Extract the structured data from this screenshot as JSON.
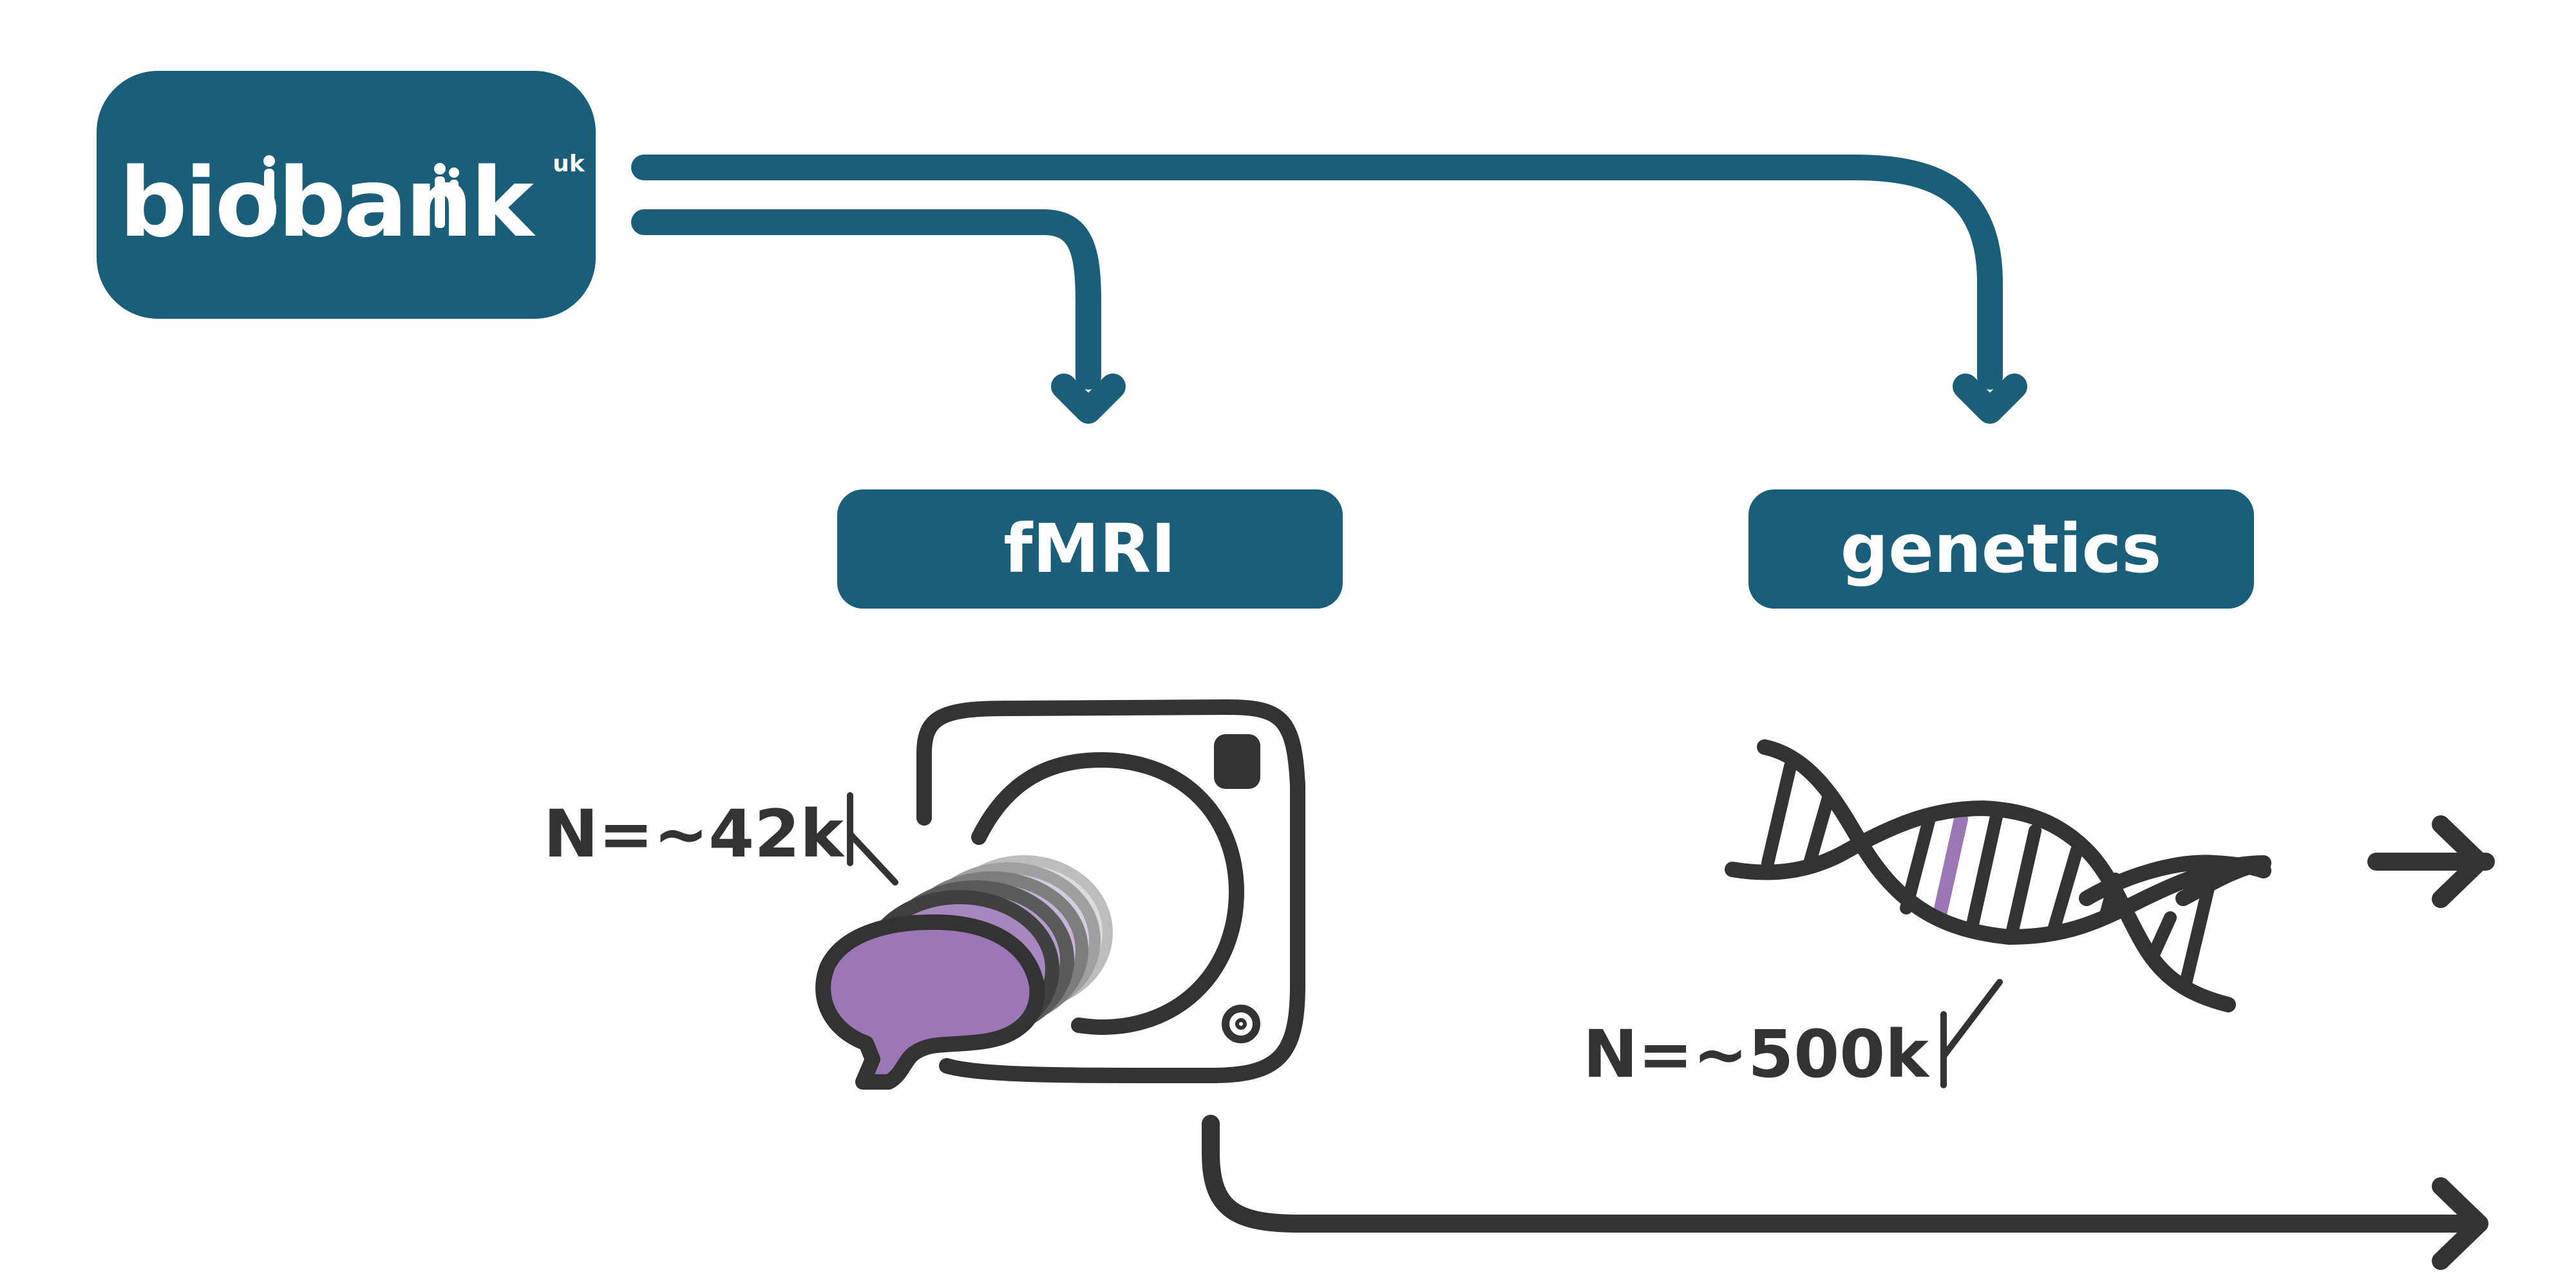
{
  "source": {
    "logo_text": "biobank",
    "logo_superscript": "uk"
  },
  "modalities": [
    {
      "label": "fMRI",
      "sample_size": "N=~42k"
    },
    {
      "label": "genetics",
      "sample_size": "N=~500k"
    }
  ],
  "colors": {
    "primary": "#1a5e7a",
    "dark": "#333333",
    "accent": "#9b77b5",
    "white": "#ffffff"
  },
  "icons": [
    "mri-scanner-icon",
    "speech-bubble-icon",
    "dna-helix-icon",
    "arrow-right-icon"
  ]
}
